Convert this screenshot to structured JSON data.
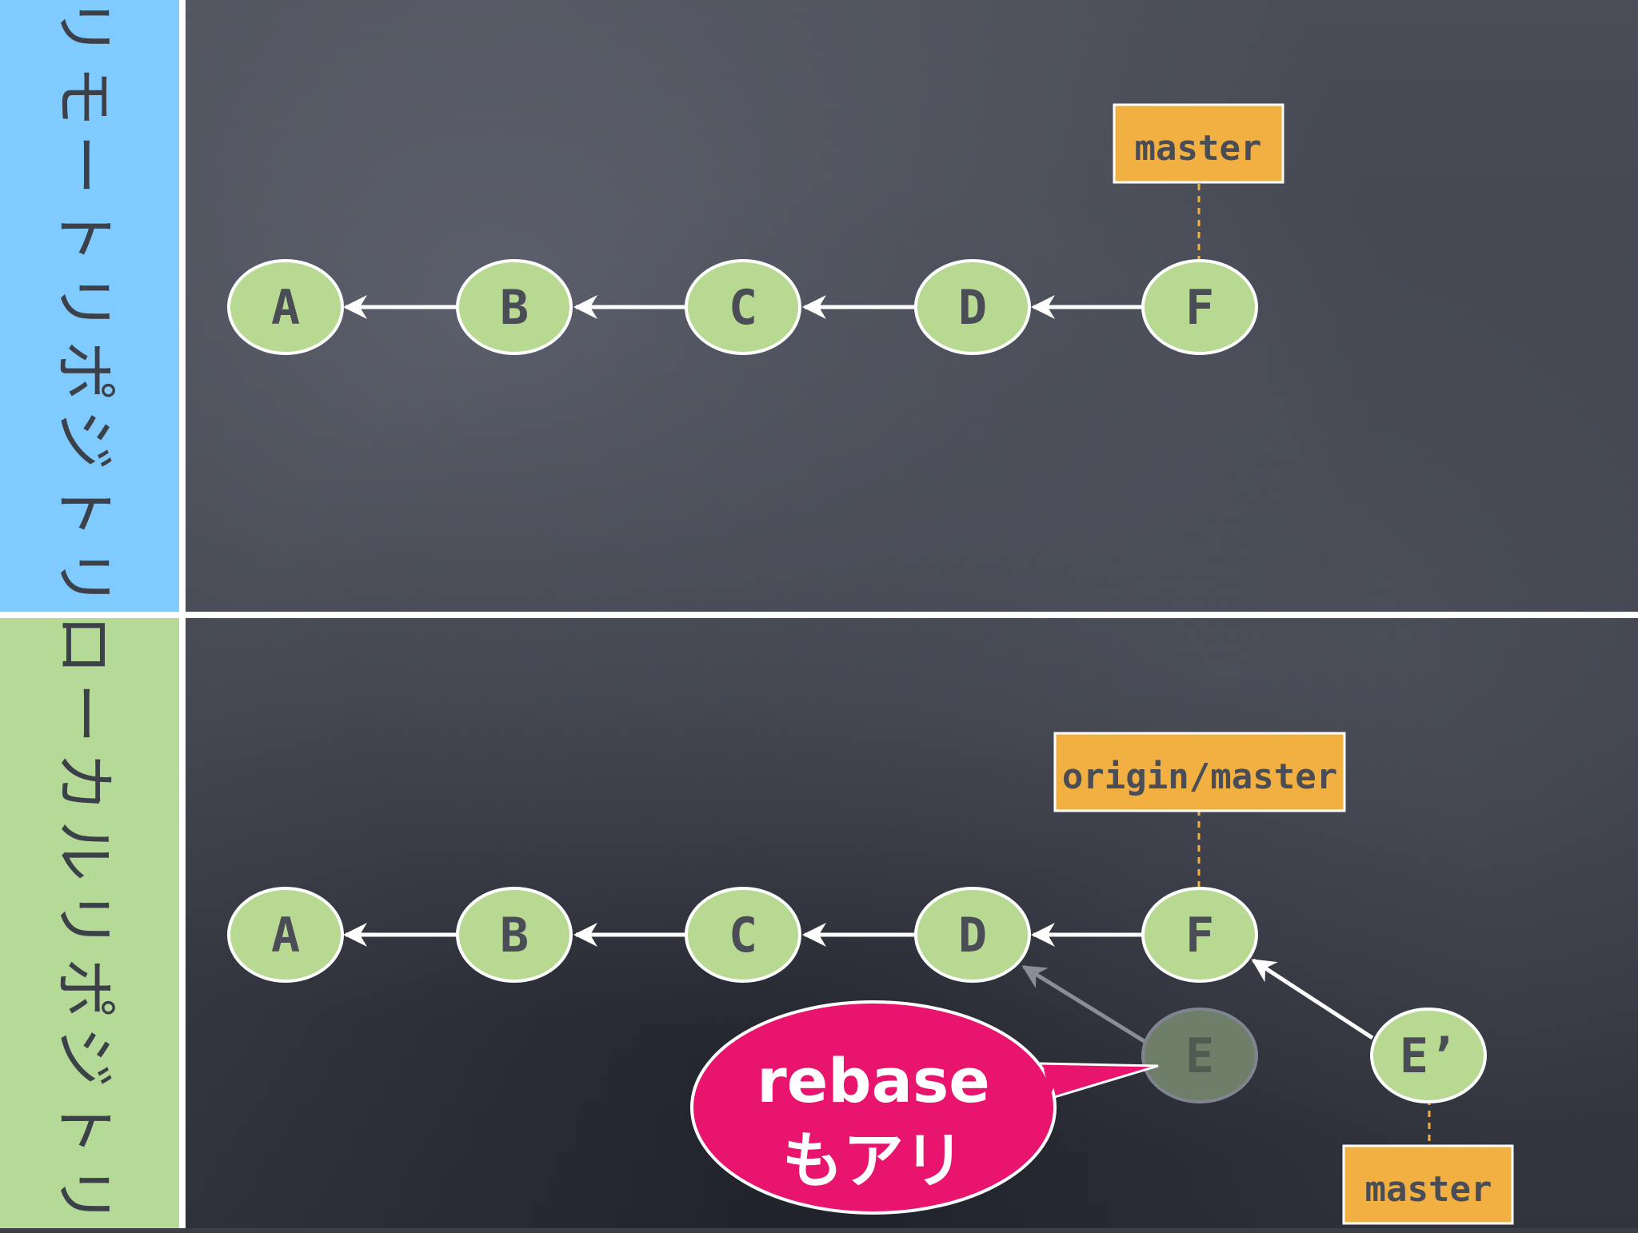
{
  "side_labels": {
    "remote": "リモートリポジトリ",
    "local": "ローカルリポジトリ"
  },
  "remote": {
    "commits": [
      "A",
      "B",
      "C",
      "D",
      "F"
    ],
    "branch": "master"
  },
  "local": {
    "commits": [
      "A",
      "B",
      "C",
      "D",
      "F"
    ],
    "tracking_branch": "origin/master",
    "old_commit": "E",
    "rebased_commit": "E’",
    "branch": "master"
  },
  "bubble": {
    "line1": "rebase",
    "line2": "もアリ"
  },
  "colors": {
    "node_fill": "#b7d991",
    "node_text": "#4a4d55",
    "label_fill": "#f1b041",
    "bubble_fill": "#e8146d",
    "remote_side": "#7fcbff",
    "local_side": "#b5da97"
  }
}
